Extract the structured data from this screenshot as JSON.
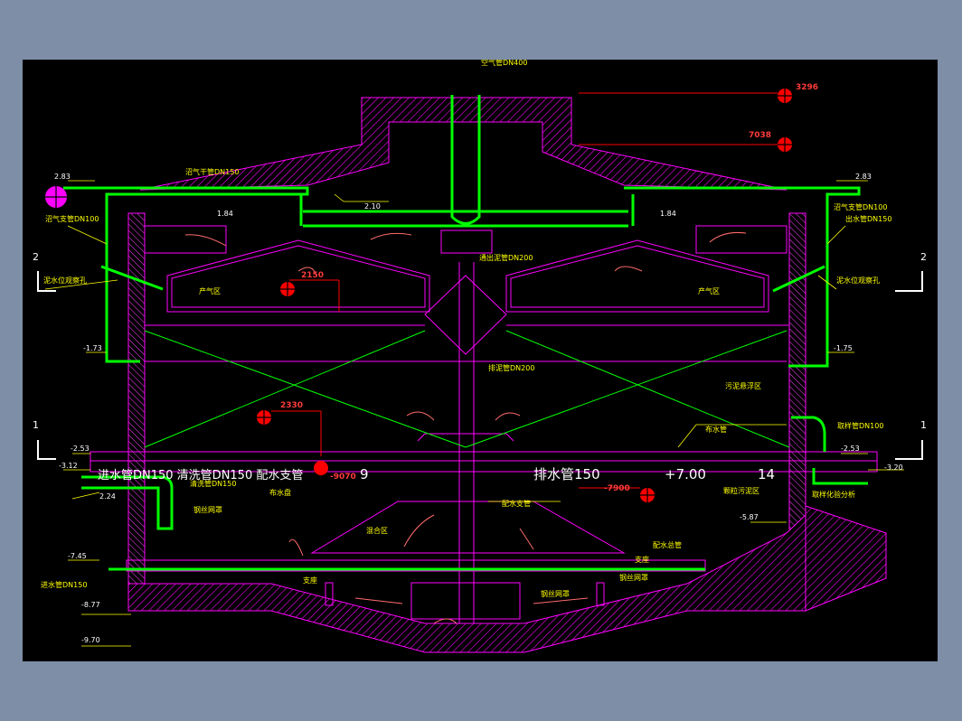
{
  "labels": {
    "air_pipe_top": "空气管DN400",
    "gas_main_pipe": "沼气干管DN150",
    "gas_branch_left": "沼气支管DN100",
    "gas_branch_right": "沼气支管DN100",
    "outlet_pipe": "出水管DN150",
    "sludge_pipe_top": "通出泥管DN200",
    "sludge_discharge": "排泥管DN200",
    "gas_zone_left": "产气区",
    "gas_zone_right": "产气区",
    "sludge_suspension": "污泥悬浮区",
    "sampling_pipe": "取样管DN100",
    "sampling_analysis": "取样化验分析",
    "granular_sludge": "颗粒污泥区",
    "mixing_zone": "混合区",
    "inlet_pipe": "进水管DN150",
    "flush_pipe": "清洗管DN150",
    "steel_mesh_1": "钢丝网罩",
    "steel_mesh_2": "钢丝网罩",
    "steel_mesh_3": "钢丝网罩",
    "distributor": "布水盘",
    "support_left": "支座",
    "support_right": "支座",
    "level_window_left": "泥水位观察孔",
    "level_window_right": "泥水位观察孔",
    "water_dist_1": "布水管",
    "water_dist_2": "配水支管",
    "water_dist_3": "配水总管",
    "garbled_left": "进水管DN150 清洗管DN150 配水支管",
    "garbled_mid": "排水管150",
    "garbled_right_1": "+7.00",
    "garbled_right_2": "14",
    "garbled_9": "9",
    "dim_3296": "3296",
    "dim_7038": "7038",
    "dim_2150": "2150",
    "dim_2330": "2330",
    "dim_7900": "-7900",
    "dim_9070": "-9070",
    "elev_283_l": "2.83",
    "elev_283_r": "2.83",
    "elev_210": "2.10",
    "elev_184_l": "1.84",
    "elev_184_r": "1.84",
    "elev_173": "-1.73",
    "elev_175": "-1.75",
    "elev_253_l": "-2.53",
    "elev_253_r": "-2.53",
    "elev_312": "-3.12",
    "elev_320": "-3.20",
    "elev_224": "2.24",
    "elev_587": "-5.87",
    "elev_745": "-7.45",
    "elev_877": "-8.77",
    "elev_970": "-9.70",
    "sec_2_left": "2",
    "sec_2_right": "2",
    "sec_1_left": "1",
    "sec_1_right": "1"
  },
  "colors": {
    "magenta": "#ff00ff",
    "green": "#00ff00",
    "yellow": "#ffff00",
    "red": "#ff0000",
    "white": "#ffffff",
    "cyan": "#00ffff"
  }
}
